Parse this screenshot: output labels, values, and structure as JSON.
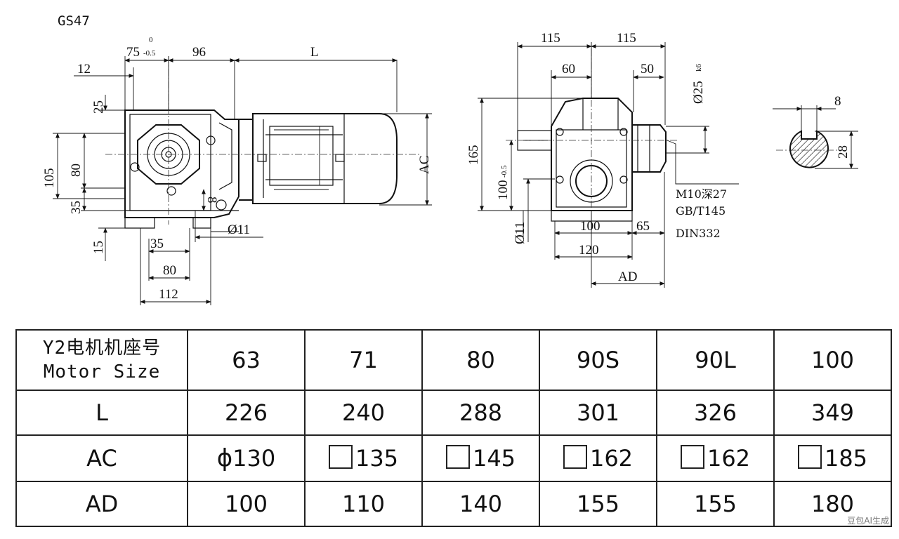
{
  "drawing_title": "GS47",
  "front_view": {
    "dims": {
      "d75": "75",
      "tol_upper": "0",
      "tol_lower": "-0.5",
      "d96": "96",
      "dL": "L",
      "d12": "12",
      "d25": "25",
      "d105": "105",
      "d80v": "80",
      "d35v": "35",
      "d15": "15",
      "d8": "8",
      "d35h": "35",
      "d80h": "80",
      "d112": "112",
      "d11": "Ø11",
      "dAC": "AC"
    }
  },
  "side_view": {
    "dims": {
      "d115a": "115",
      "d115b": "115",
      "d60": "60",
      "d50": "50",
      "d25k6": "Ø25",
      "k6": "k6",
      "d165": "165",
      "d100": "100",
      "d100tol": "-0.5",
      "d11": "Ø11",
      "d100h": "100",
      "d65": "65",
      "d120": "120",
      "dAD": "AD"
    },
    "notes": [
      "M10深27",
      "GB/T145",
      "DIN332"
    ]
  },
  "shaft_section": {
    "d8": "8",
    "d28": "28"
  },
  "table": {
    "header_cn": "Y2电机机座号",
    "header_en": "Motor Size",
    "rows": [
      {
        "label": "L",
        "values": [
          "226",
          "240",
          "288",
          "301",
          "326",
          "349"
        ]
      },
      {
        "label": "AC",
        "values": [
          "130",
          "135",
          "145",
          "162",
          "162",
          "185"
        ]
      },
      {
        "label": "AD",
        "values": [
          "100",
          "110",
          "140",
          "155",
          "155",
          "180"
        ]
      }
    ],
    "sizes": [
      "63",
      "71",
      "80",
      "90S",
      "90L",
      "100"
    ],
    "ac_symbols": [
      "phi",
      "square",
      "square",
      "square",
      "square",
      "square"
    ]
  },
  "watermark": "豆包AI生成"
}
